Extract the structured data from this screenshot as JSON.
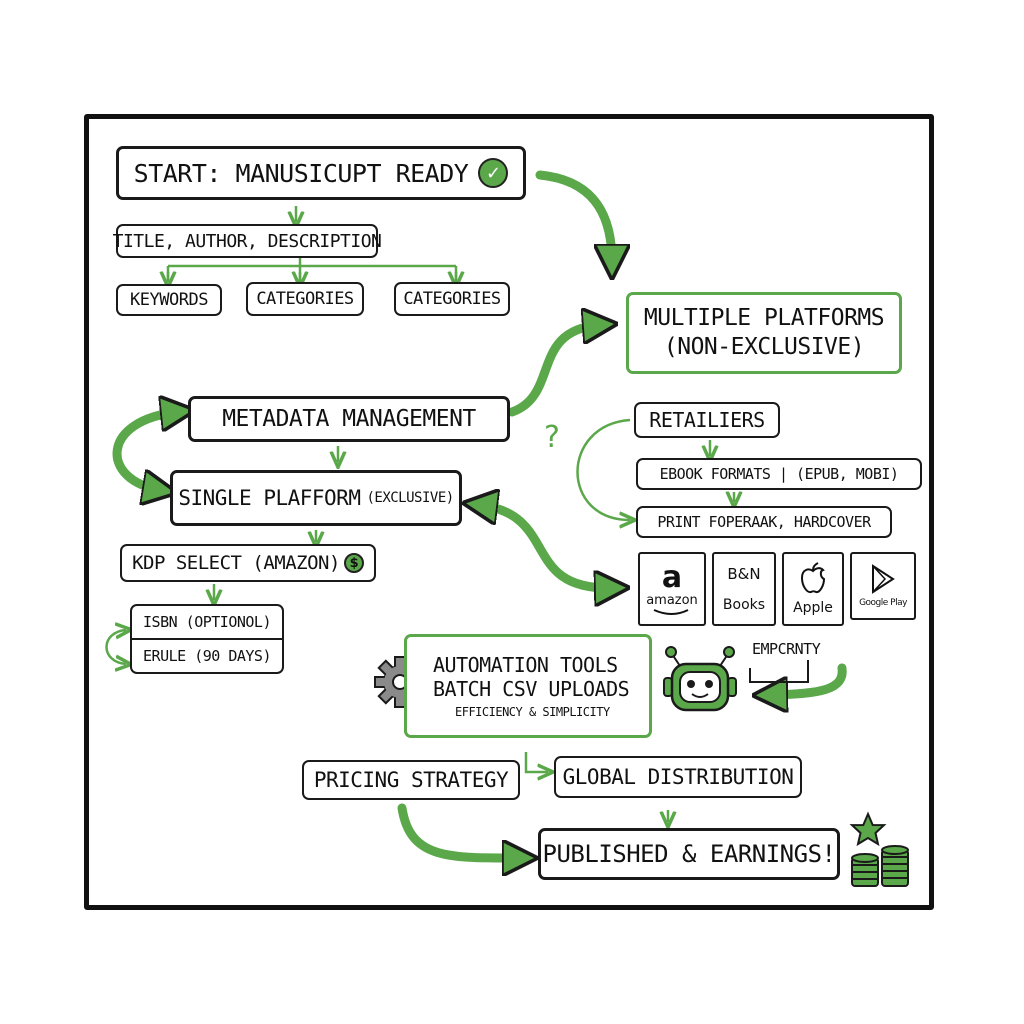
{
  "nodes": {
    "start": "START: MANUSICUPT READY",
    "title_author": "TITLE, AUTHOR, DESCRIPTION",
    "keywords": "KEYWORDS",
    "categories_1": "CATEGORIES",
    "categories_2": "CATEGORIES",
    "multiple_platforms_line1": "MULTIPLE PLATFORMS",
    "multiple_platforms_line2": "(NON-EXCLUSIVE)",
    "metadata": "METADATA MANAGEMENT",
    "retailers": "RETAILIERS",
    "ebook_formats": "EBOOK FORMATS | (EPUB, MOBI)",
    "print": "PRINT FOPERAAK, HARDCOVER",
    "single_platform": "SINGLE PLAFFORM",
    "single_platform_sub": "(EXCLUSIVE)",
    "kdp_select": "KDP SELECT (AMAZON)",
    "dollar_symbol": "$",
    "isbn": "ISBN (OPTIONOL)",
    "erule": "ERULE (90 DAYS)",
    "automation_line1": "AUTOMATION TOOLS",
    "automation_line2": "BATCH CSV UPLOADS",
    "automation_line3": "EFFICIENCY & SIMPLICITY",
    "empcrnty": "EMPCRNTY",
    "pricing": "PRICING STRATEGY",
    "global": "GLOBAL DISTRIBUTION",
    "published": "PUBLISHED & EARNINGS!",
    "question_mark": "?"
  },
  "retailer_logos": [
    {
      "name": "amazon",
      "label": "amazon",
      "glyph": "a"
    },
    {
      "name": "barnes-noble",
      "label": "Books",
      "glyph": "B&N"
    },
    {
      "name": "apple",
      "label": "Apple",
      "glyph": ""
    },
    {
      "name": "google-play",
      "label": "Google Play",
      "glyph": "▷"
    }
  ],
  "icons": [
    "checkmark-icon",
    "dollar-icon",
    "gear-icon",
    "robot-icon",
    "star-icon",
    "coins-icon"
  ],
  "colors": {
    "accent": "#5aa84a",
    "ink": "#111111",
    "background": "#ffffff"
  }
}
